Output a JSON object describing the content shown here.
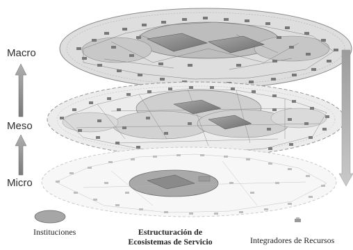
{
  "levels": {
    "macro": "Macro",
    "meso": "Meso",
    "micro": "Micro"
  },
  "legend": {
    "institutions": "Instituciones",
    "resource_integrators": "Integradores de Recursos"
  },
  "caption": {
    "line1": "Estructuración de",
    "line2": "Ecosistemas de Servicio"
  }
}
